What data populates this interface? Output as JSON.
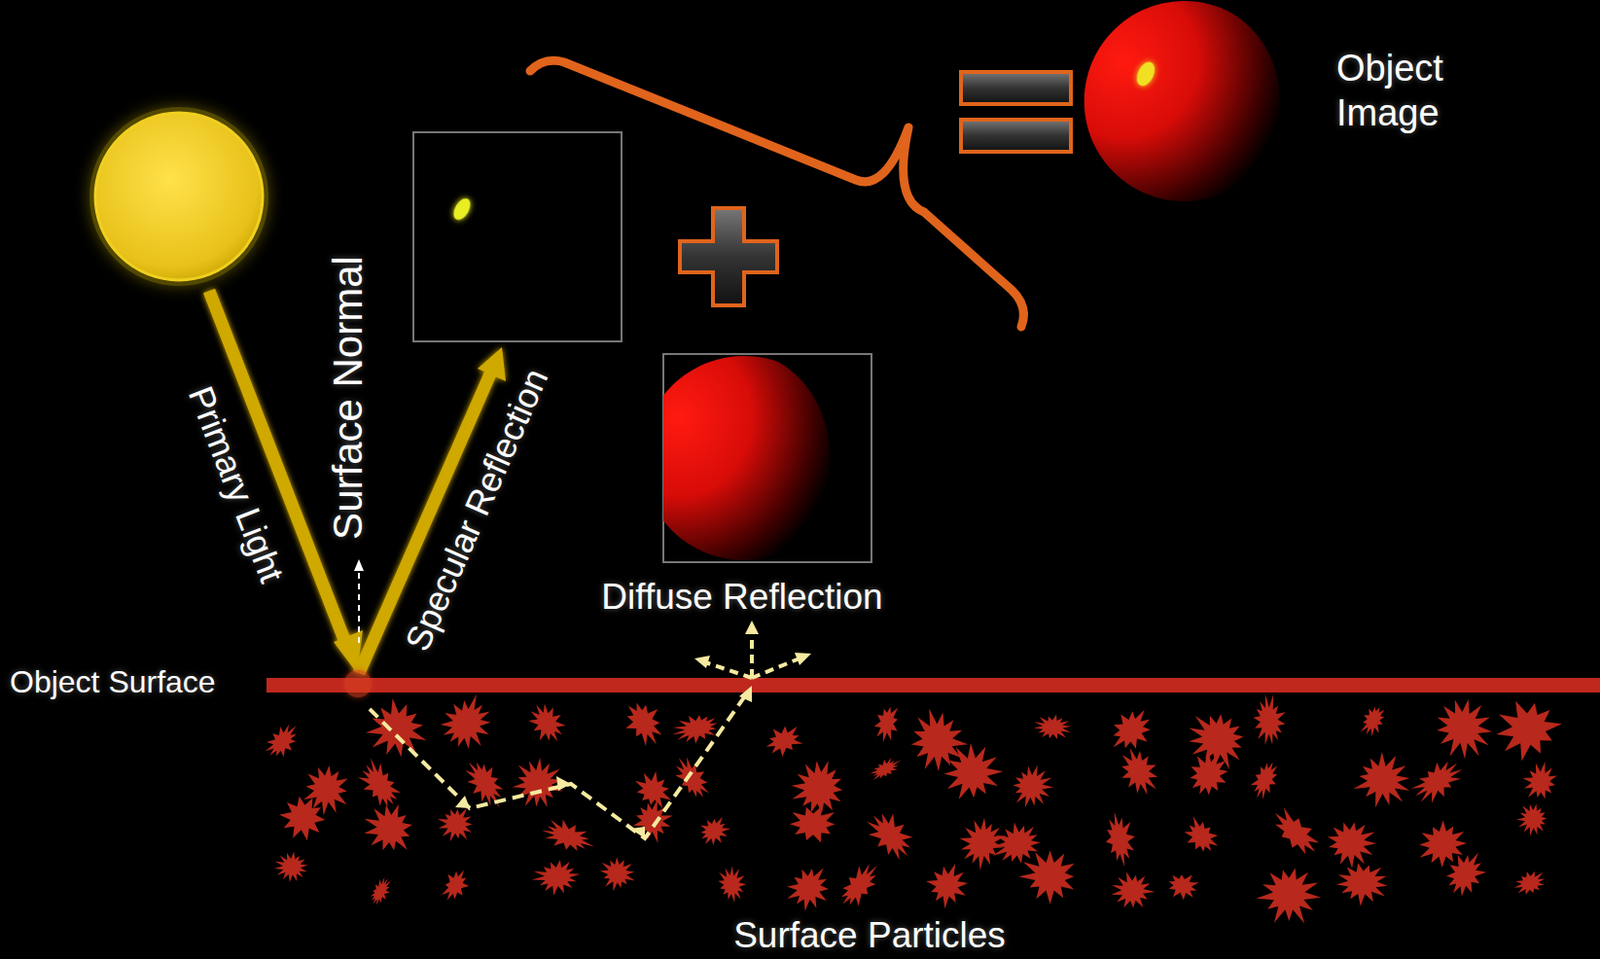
{
  "diagram": {
    "labels": [
      "Object Image",
      "Primary Light",
      "Surface Normal",
      "Specular Reflection",
      "Diffuse Reflection",
      "Object Surface",
      "Surface Particles"
    ]
  }
}
